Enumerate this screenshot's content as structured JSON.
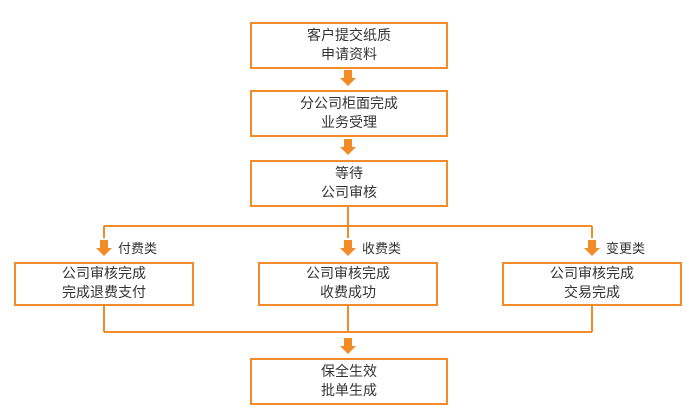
{
  "diagram": {
    "steps": {
      "submit": {
        "line1": "客户提交纸质",
        "line2": "申请资料"
      },
      "counter": {
        "line1": "分公司柜面完成",
        "line2": "业务受理"
      },
      "review": {
        "line1": "等待",
        "line2": "公司审核"
      },
      "final": {
        "line1": "保全生效",
        "line2": "批单生成"
      }
    },
    "branches": [
      {
        "label": "付费类",
        "line1": "公司审核完成",
        "line2": "完成退费支付"
      },
      {
        "label": "收费类",
        "line1": "公司审核完成",
        "line2": "收费成功"
      },
      {
        "label": "变更类",
        "line1": "公司审核完成",
        "line2": "交易完成"
      }
    ]
  },
  "colors": {
    "accent": "#f28c28",
    "line": "#f28c28",
    "text": "#333333",
    "background": "#ffffff"
  }
}
